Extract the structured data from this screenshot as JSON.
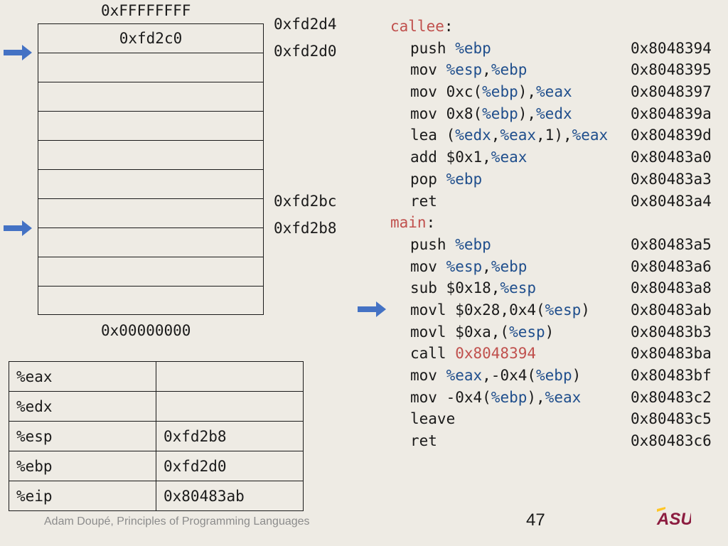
{
  "stack": {
    "top_label": "0xFFFFFFFF",
    "bottom_label": "0x00000000",
    "cells": [
      "0xfd2c0",
      "",
      "",
      "",
      "",
      "",
      "",
      "",
      "",
      ""
    ],
    "addr_labels": [
      "0xfd2d4",
      "0xfd2d0",
      "0xfd2bc",
      "0xfd2b8"
    ]
  },
  "registers": [
    {
      "name": "%eax",
      "value": ""
    },
    {
      "name": "%edx",
      "value": ""
    },
    {
      "name": "%esp",
      "value": "0xfd2b8"
    },
    {
      "name": "%ebp",
      "value": "0xfd2d0"
    },
    {
      "name": "%eip",
      "value": "0x80483ab"
    }
  ],
  "code": {
    "callee_label": "callee",
    "main_label": "main",
    "colon": ":",
    "addresses": [
      "0x8048394",
      "0x8048395",
      "0x8048397",
      "0x804839a",
      "0x804839d",
      "0x80483a0",
      "0x80483a3",
      "0x80483a4",
      "0x80483a5",
      "0x80483a6",
      "0x80483a8",
      "0x80483ab",
      "0x80483b3",
      "0x80483ba",
      "0x80483bf",
      "0x80483c2",
      "0x80483c5",
      "0x80483c6"
    ]
  },
  "footer": "Adam Doupé, Principles of Programming Languages",
  "page_number": "47",
  "logo_text": "ASU",
  "colors": {
    "background": "#eeebe4",
    "label": "#c0504d",
    "register": "#1f4e8c",
    "arrow": "#4472c4",
    "logo": "#8c1d40",
    "logo_accent": "#ffc627"
  }
}
